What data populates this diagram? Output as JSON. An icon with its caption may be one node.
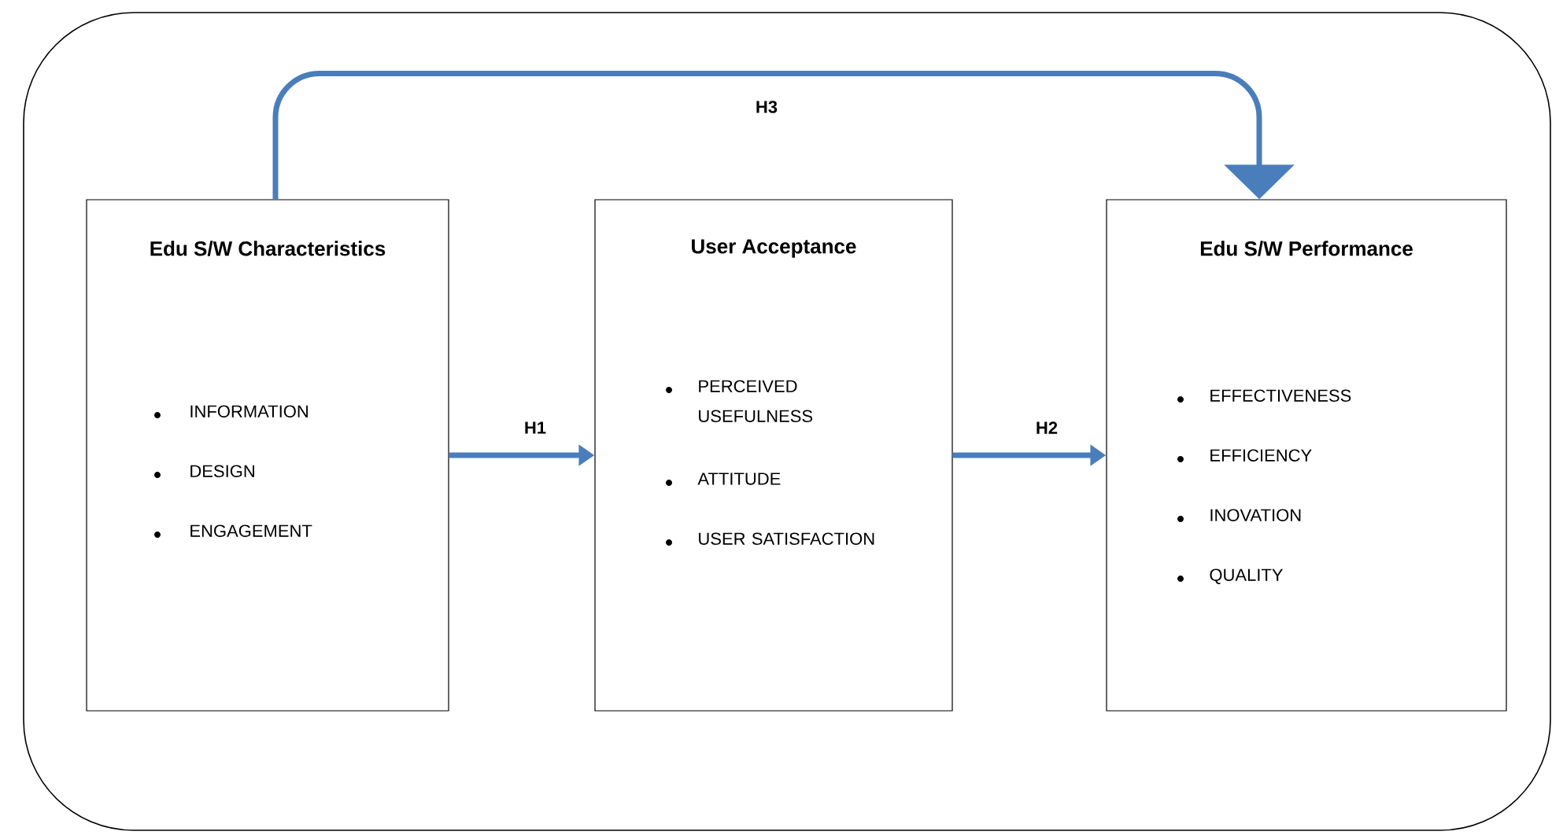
{
  "diagram": {
    "nodes": [
      {
        "text": [
          "Edu S/W Characteristics",
          "INFORMATION",
          "DESIGN",
          "ENGAGEMENT"
        ]
      },
      {
        "text": [
          "User Acceptance",
          "PERCEIVED USEFULNESS",
          "ATTITUDE",
          "USER SATISFACTION"
        ]
      },
      {
        "text": [
          "Edu S/W Performance",
          "EFFECTIVENESS",
          "EFFICIENCY",
          "INOVATION",
          "QUALITY"
        ]
      }
    ],
    "edges": [
      {
        "from": 0,
        "to": 1,
        "arrow": "to",
        "label": "H1"
      },
      {
        "from": 1,
        "to": 2,
        "arrow": "to",
        "label": "H2"
      },
      {
        "from": 0,
        "to": 2,
        "arrow": "to",
        "label": "H3"
      }
    ]
  }
}
